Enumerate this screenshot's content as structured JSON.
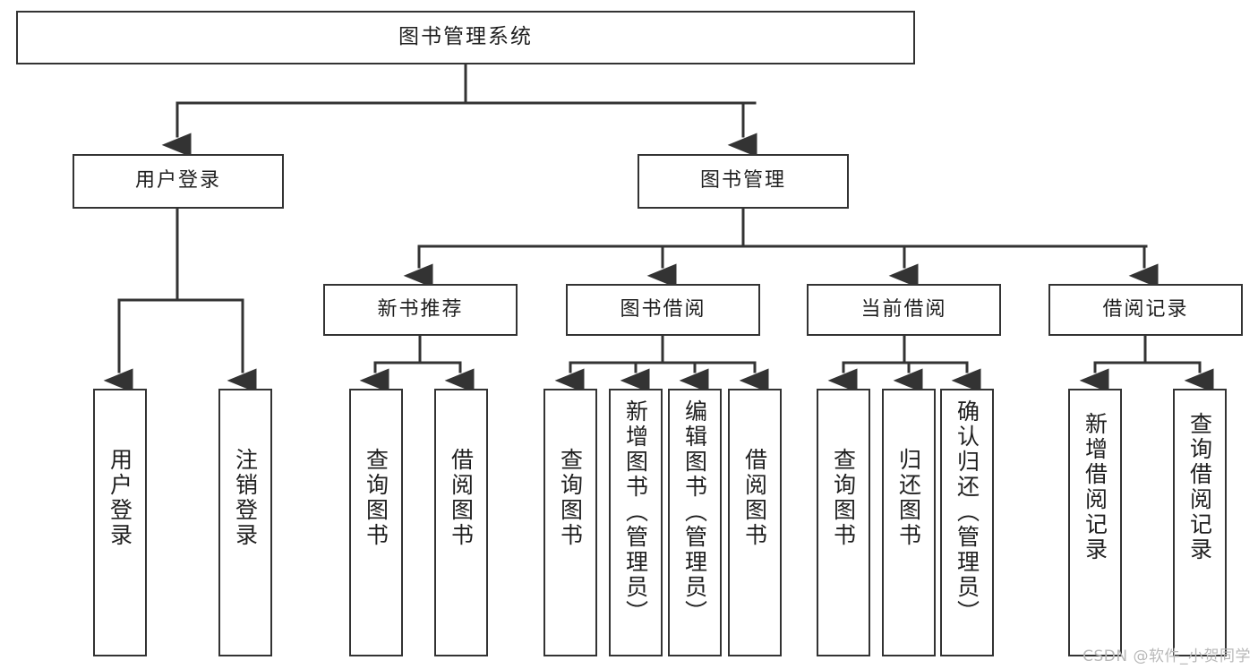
{
  "diagram": {
    "type": "tree",
    "title": "图书管理系统",
    "orientation": "top-down",
    "watermark": "CSDN @软件_小贺同学",
    "colors": {
      "box_border": "#333333",
      "box_fill": "#ffffff",
      "edge": "#333333",
      "text": "#1f1f1f",
      "watermark": "#b8b8b8",
      "background": "#ffffff"
    },
    "levels": [
      {
        "level": 0,
        "nodes": [
          {
            "id": "root",
            "label": "图书管理系统"
          }
        ]
      },
      {
        "level": 1,
        "nodes": [
          {
            "id": "user-login",
            "label": "用户登录",
            "parent": "root"
          },
          {
            "id": "book-manage",
            "label": "图书管理",
            "parent": "root"
          }
        ]
      },
      {
        "level": 2,
        "nodes": [
          {
            "id": "new-book-rec",
            "label": "新书推荐",
            "parent": "book-manage"
          },
          {
            "id": "book-borrow",
            "label": "图书借阅",
            "parent": "book-manage"
          },
          {
            "id": "current-borrow",
            "label": "当前借阅",
            "parent": "book-manage"
          },
          {
            "id": "borrow-record",
            "label": "借阅记录",
            "parent": "book-manage"
          }
        ]
      },
      {
        "level": 3,
        "nodes": [
          {
            "id": "leaf-1",
            "label": "用户登录",
            "parent": "user-login"
          },
          {
            "id": "leaf-2",
            "label": "注销登录",
            "parent": "user-login"
          },
          {
            "id": "leaf-3",
            "label": "查询图书",
            "parent": "new-book-rec"
          },
          {
            "id": "leaf-4",
            "label": "借阅图书",
            "parent": "new-book-rec"
          },
          {
            "id": "leaf-5",
            "label": "查询图书",
            "parent": "book-borrow"
          },
          {
            "id": "leaf-6",
            "label": "新增图书（管理员）",
            "parent": "book-borrow"
          },
          {
            "id": "leaf-7",
            "label": "编辑图书（管理员）",
            "parent": "book-borrow"
          },
          {
            "id": "leaf-8",
            "label": "借阅图书",
            "parent": "book-borrow"
          },
          {
            "id": "leaf-9",
            "label": "查询图书",
            "parent": "current-borrow"
          },
          {
            "id": "leaf-10",
            "label": "归还图书",
            "parent": "current-borrow"
          },
          {
            "id": "leaf-11",
            "label": "确认归还（管理员）",
            "parent": "current-borrow"
          },
          {
            "id": "leaf-12",
            "label": "新增借阅记录",
            "parent": "borrow-record"
          },
          {
            "id": "leaf-13",
            "label": "查询借阅记录",
            "parent": "borrow-record"
          }
        ]
      }
    ]
  }
}
